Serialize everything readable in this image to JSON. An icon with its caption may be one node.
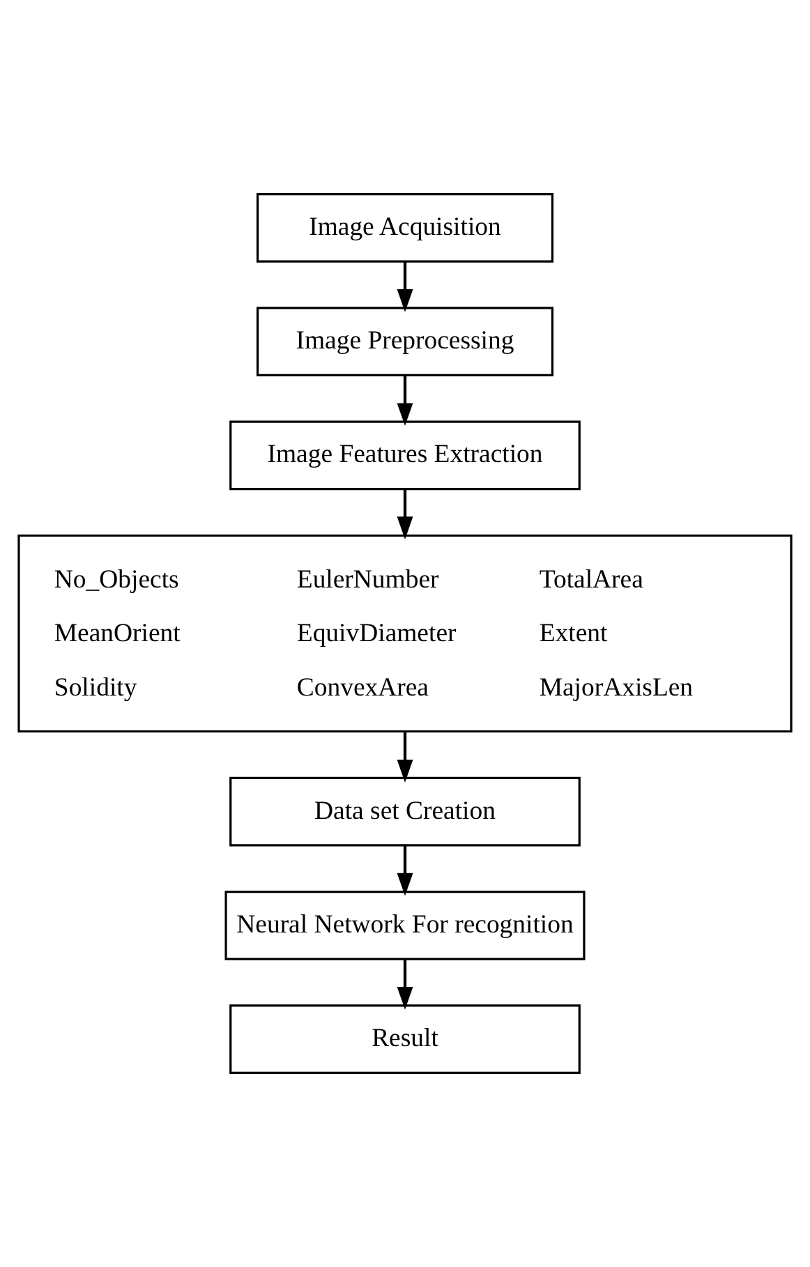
{
  "diagram": {
    "nodes": [
      {
        "text": [
          "Image Acquisition"
        ]
      },
      {
        "text": [
          "Image Preprocessing"
        ]
      },
      {
        "text": [
          "Image Features Extraction"
        ]
      },
      {
        "text": [
          "No_Objects",
          "EulerNumber",
          "TotalArea",
          "MeanOrient",
          "EquivDiameter",
          "Extent",
          "Solidity",
          "ConvexArea",
          "MajorAxisLen"
        ]
      },
      {
        "text": [
          "Data set Creation"
        ]
      },
      {
        "text": [
          "Neural Network For recognition"
        ]
      },
      {
        "text": [
          "Result"
        ]
      }
    ],
    "edges": [
      {
        "from": 0,
        "to": 1,
        "arrow": "to"
      },
      {
        "from": 1,
        "to": 2,
        "arrow": "to"
      },
      {
        "from": 2,
        "to": 3,
        "arrow": "to"
      },
      {
        "from": 3,
        "to": 4,
        "arrow": "to"
      },
      {
        "from": 4,
        "to": 5,
        "arrow": "to"
      },
      {
        "from": 5,
        "to": 6,
        "arrow": "to"
      }
    ]
  }
}
